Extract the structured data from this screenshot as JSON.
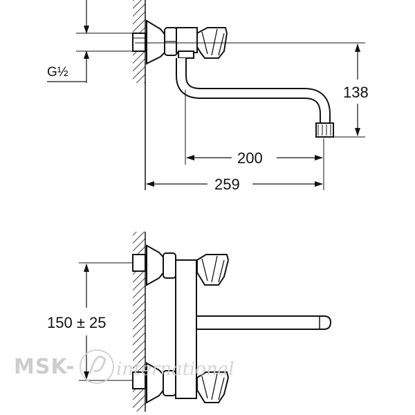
{
  "dimensions": {
    "thread": "G½",
    "spout_height": "138",
    "spout_reach": "200",
    "overall_length": "259",
    "center_distance": "150 ± 25"
  },
  "watermark": {
    "text_left": "MSK-",
    "text_right": "international"
  },
  "colors": {
    "line": "#111111",
    "watermark": "#c8c8c8",
    "background": "#ffffff"
  }
}
